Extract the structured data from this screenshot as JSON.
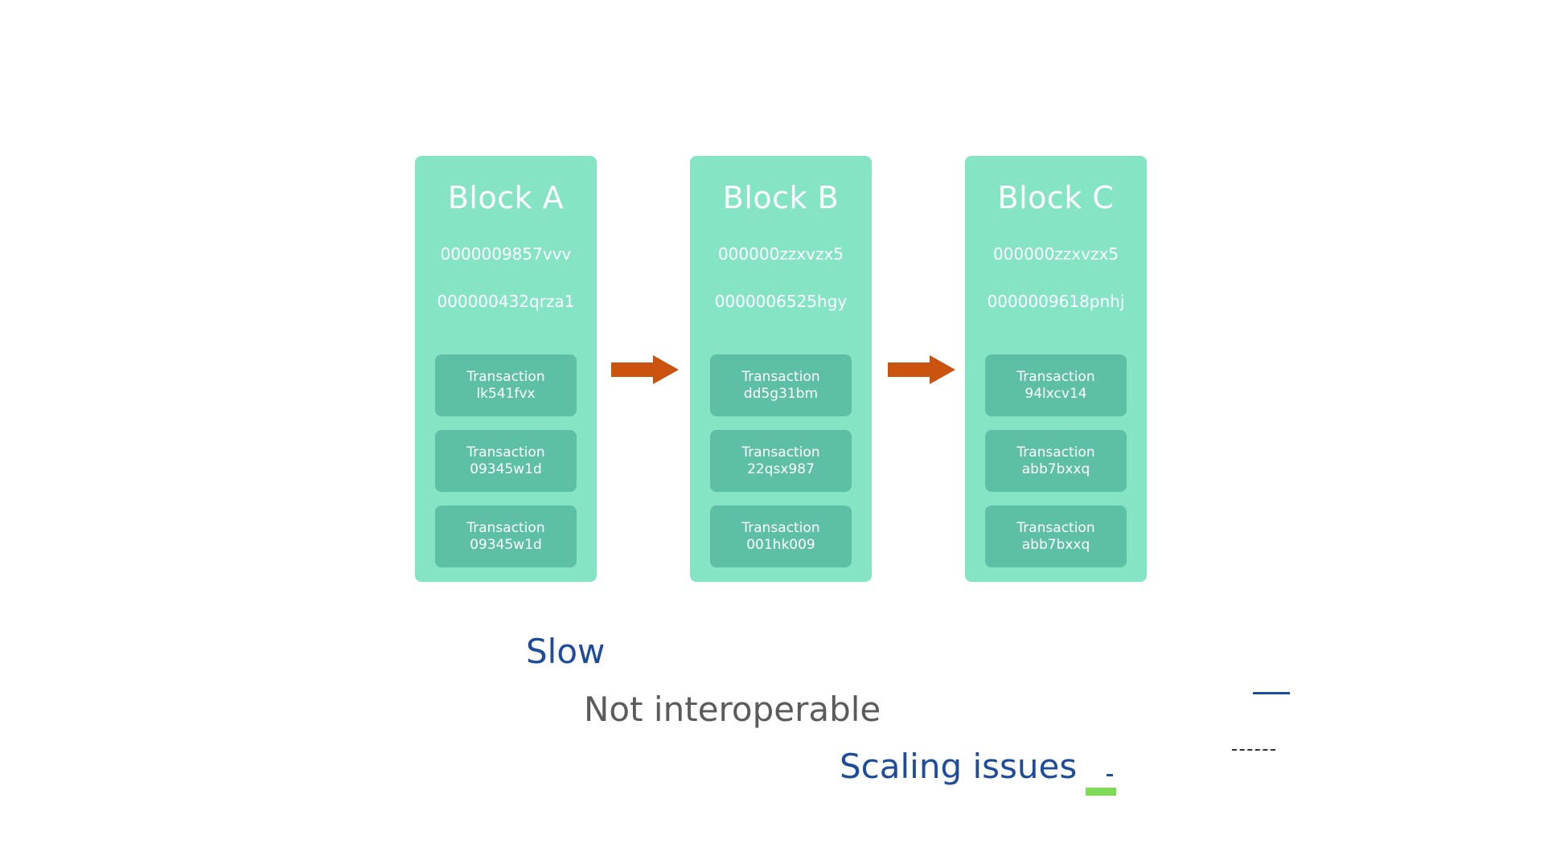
{
  "colors": {
    "block_fill": "#84e4c4",
    "transaction_fill": "#5dbfa4",
    "arrow": "#c9530f",
    "issue_blue": "#1e4c9a",
    "issue_gray": "#5b5b5b",
    "accent_green": "#7ed957"
  },
  "blocks": [
    {
      "title": "Block A",
      "hash1": "0000009857vvv",
      "hash2": "000000432qrza1",
      "transactions": [
        {
          "label": "Transaction",
          "id": "lk541fvx"
        },
        {
          "label": "Transaction",
          "id": "09345w1d"
        },
        {
          "label": "Transaction",
          "id": "09345w1d"
        }
      ]
    },
    {
      "title": "Block B",
      "hash1": "000000zzxvzx5",
      "hash2": "0000006525hgy",
      "transactions": [
        {
          "label": "Transaction",
          "id": "dd5g31bm"
        },
        {
          "label": "Transaction",
          "id": "22qsx987"
        },
        {
          "label": "Transaction",
          "id": "001hk009"
        }
      ]
    },
    {
      "title": "Block C",
      "hash1": "000000zzxvzx5",
      "hash2": "0000009618pnhj",
      "transactions": [
        {
          "label": "Transaction",
          "id": "94lxcv14"
        },
        {
          "label": "Transaction",
          "id": "abb7bxxq"
        },
        {
          "label": "Transaction",
          "id": "abb7bxxq"
        }
      ]
    }
  ],
  "arrows": [
    {
      "icon": "right-arrow-icon"
    },
    {
      "icon": "right-arrow-icon"
    }
  ],
  "issues": [
    {
      "text": "Slow"
    },
    {
      "text": "Not interoperable"
    },
    {
      "text": "Scaling issues"
    }
  ]
}
